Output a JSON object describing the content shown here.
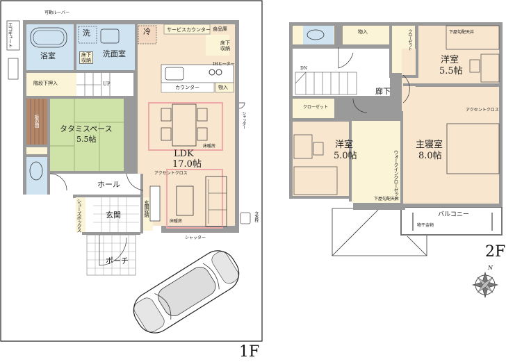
{
  "floor1": {
    "label": "1F",
    "rooms": {
      "bathroom": "浴室",
      "washroom": "洗面室",
      "washer": "洗",
      "fridge": "冷",
      "underfloor_storage_wash": "床下収納",
      "under_stair_storage": "階段下押入",
      "stairs_up": "UP",
      "service_counter": "サービスカウンター",
      "pantry": "食品庫",
      "underfloor_storage_kitchen": "床下収納",
      "ih_heater": "IHヒーター",
      "counter": "カウンター",
      "storage": "物入",
      "tokonoma": "板の間",
      "tatami_name": "タタミスペース",
      "tatami_size": "5.5帖",
      "ldk_name": "LDK",
      "ldk_size": "17.0帖",
      "floor_heating_1": "床暖房",
      "floor_heating_2": "床暖房",
      "accent_cloth": "アクセントクロス",
      "hall": "ホール",
      "shoe_box": "シューズボックス",
      "entrance": "玄関",
      "entrance_storage": "玄関収納",
      "porch": "ポーチ",
      "shutter_side": "シャッター",
      "shutter_bottom": "シャッター",
      "water_tap": "立水栓",
      "eco_cute": "エコキュート",
      "louver": "可動ルーバー"
    }
  },
  "floor2": {
    "label": "2F",
    "rooms": {
      "storage": "物入",
      "closet_top": "クローゼット",
      "closet_left": "クローゼット",
      "stairs_down": "DN",
      "hallway": "廊下",
      "western_a_name": "洋室",
      "western_a_size": "5.5帖",
      "sloped_ceiling_a": "下屋勾配天井",
      "accent_cloth": "アクセントクロス",
      "western_b_name": "洋室",
      "western_b_size": "5.0帖",
      "walkin_closet": "ウォークインクローゼット",
      "sloped_ceiling_b": "下屋勾配天井",
      "master_name": "主寝室",
      "master_size": "8.0帖",
      "balcony": "バルコニー",
      "drying_hardware": "物干金物"
    }
  },
  "compass": {
    "north_label": "N"
  },
  "colors": {
    "wall": "#9a9a9a",
    "wet_area": "#cfe3f1",
    "wood_floor": "#f8e6cf",
    "tatami": "#cfe3a8",
    "storage": "#fbf4d6",
    "tokonoma": "#b3876a",
    "heating": "#f0a7a7"
  }
}
